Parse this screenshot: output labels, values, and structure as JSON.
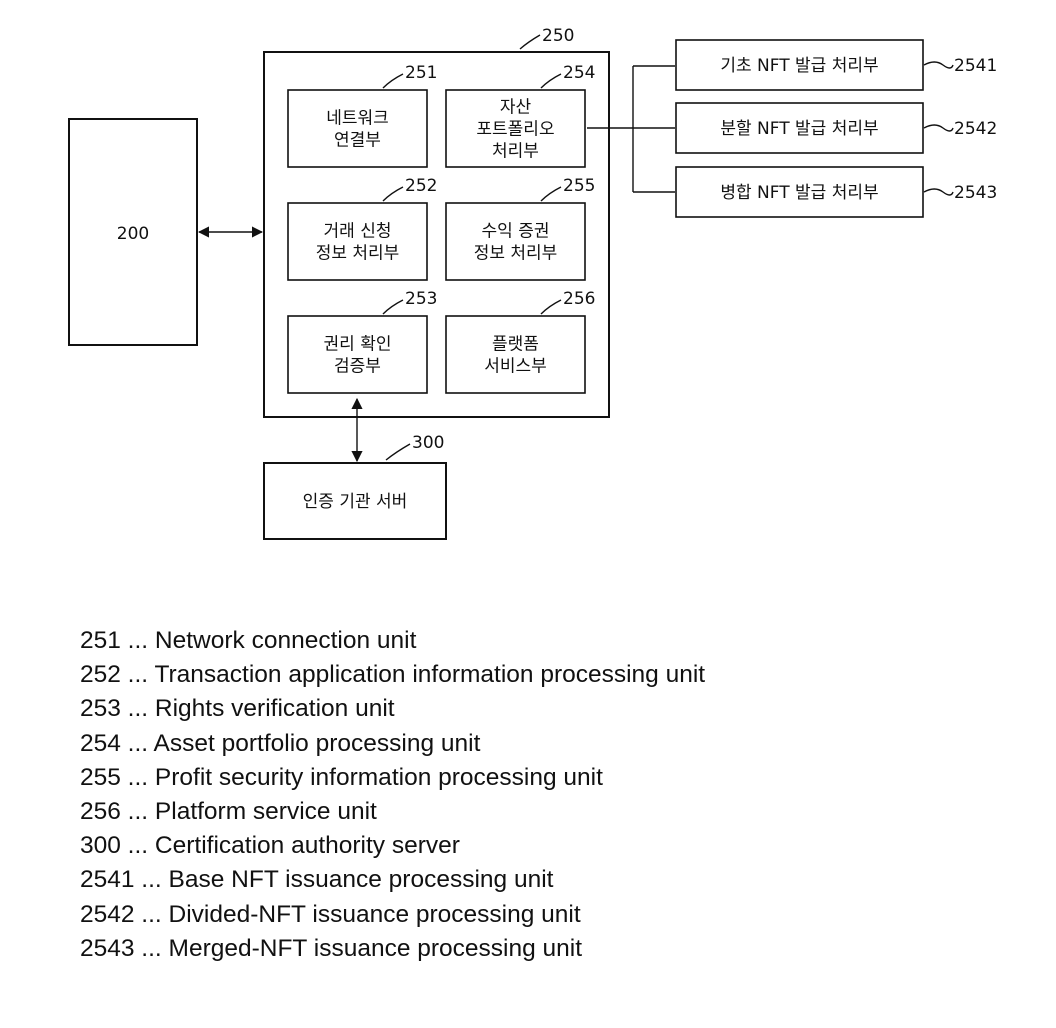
{
  "diagram": {
    "terminal": {
      "ref": "200"
    },
    "server": {
      "ref": "250"
    },
    "units": [
      {
        "ref": "251",
        "lines": [
          "네트워크",
          "연결부"
        ]
      },
      {
        "ref": "252",
        "lines": [
          "거래 신청",
          "정보 처리부"
        ]
      },
      {
        "ref": "253",
        "lines": [
          "권리 확인",
          "검증부"
        ]
      },
      {
        "ref": "254",
        "lines": [
          "자산",
          "포트폴리오",
          "처리부"
        ]
      },
      {
        "ref": "255",
        "lines": [
          "수익 증권",
          "정보 처리부"
        ]
      },
      {
        "ref": "256",
        "lines": [
          "플랫폼",
          "서비스부"
        ]
      }
    ],
    "nft_units": [
      {
        "ref": "2541",
        "label": "기초 NFT 발급 처리부"
      },
      {
        "ref": "2542",
        "label": "분할 NFT 발급 처리부"
      },
      {
        "ref": "2543",
        "label": "병합 NFT 발급 처리부"
      }
    ],
    "auth_server": {
      "ref": "300",
      "label": "인증 기관 서버"
    }
  },
  "legend": [
    "251 ... Network connection unit",
    "252 ... Transaction application information processing unit",
    "253 ... Rights verification unit",
    "254 ... Asset portfolio processing unit",
    "255 ... Profit security information processing unit",
    "256 ... Platform service unit",
    "300 ... Certification authority server",
    "2541 ... Base NFT issuance processing unit",
    "2542 ... Divided-NFT issuance processing unit",
    "2543 ... Merged-NFT issuance processing unit"
  ]
}
